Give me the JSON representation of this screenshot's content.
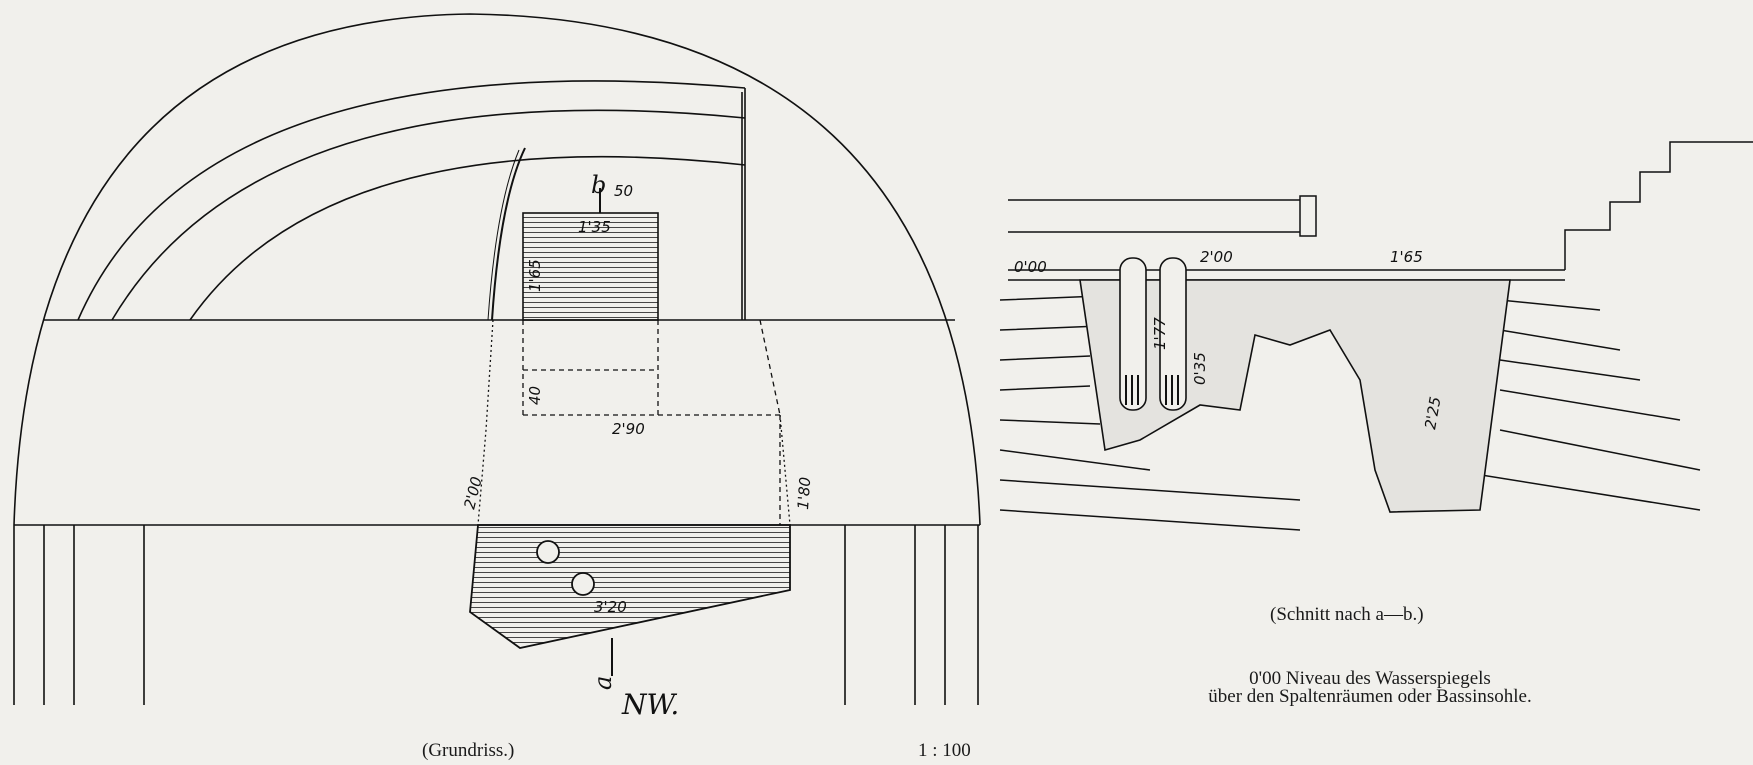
{
  "plan": {
    "caption": "(Grundriss.)",
    "scale": "1 : 100",
    "dims": {
      "top_width": "1'35",
      "top_height": "1'65",
      "top_offset": "50",
      "mid_height": "40",
      "mid_width": "2'90",
      "left_side": "2'00",
      "right_side": "1'80",
      "bottom_width": "3'20"
    },
    "markers": {
      "b": "b",
      "a": "a",
      "direction": "NW."
    }
  },
  "section": {
    "caption": "(Schnitt nach a—b.)",
    "dims": {
      "zero_level": "0'00",
      "level_a": "2'00",
      "level_b": "1'65",
      "pipe_depth": "1'77",
      "small_depth": "0'35",
      "big_depth": "2'25"
    },
    "note_line1": "0'00 Niveau des Wasserspiegels",
    "note_line2": "über den Spaltenräumen oder Bassinsohle."
  },
  "colors": {
    "ink": "#111111",
    "paper": "#f1f0ec"
  }
}
